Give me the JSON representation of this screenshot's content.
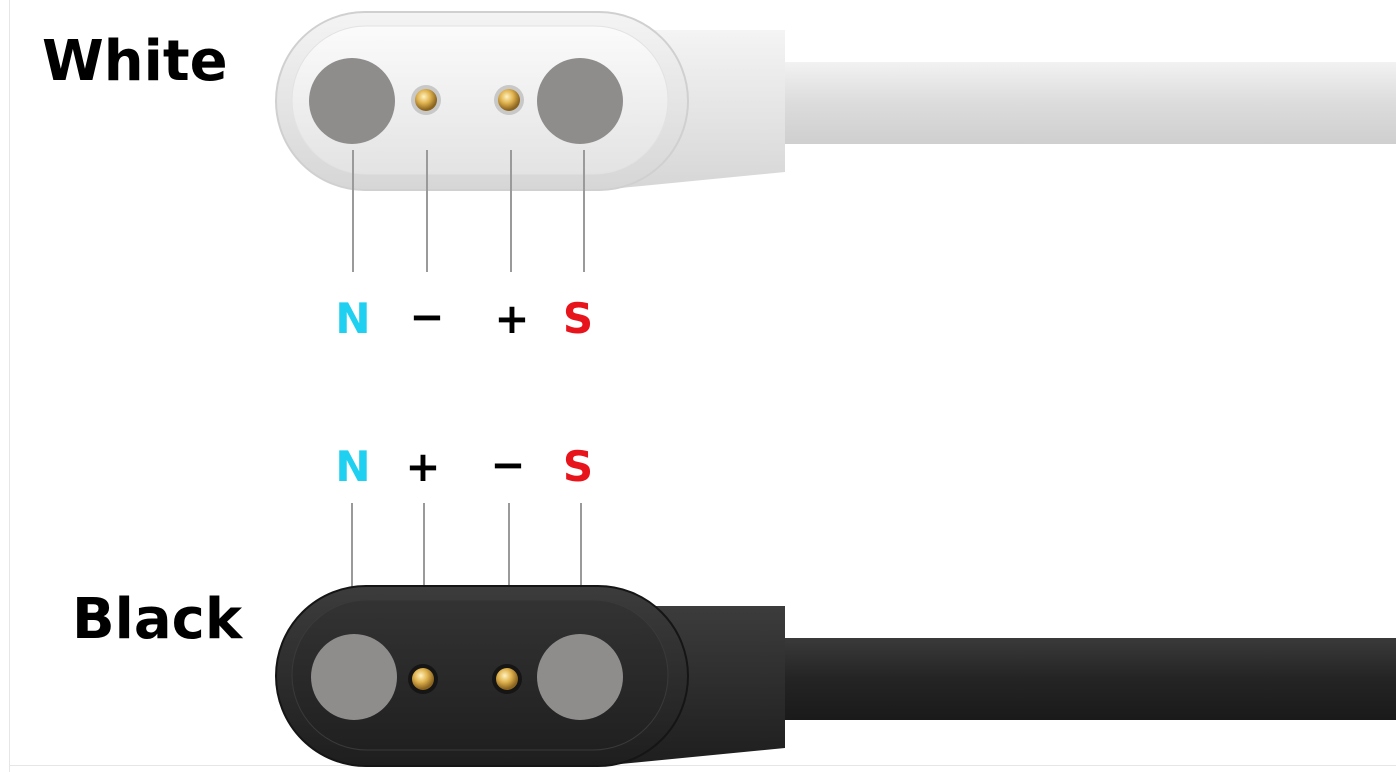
{
  "connectors": [
    {
      "name": "White",
      "pins": [
        {
          "label": "N",
          "color": "#1fd0f0"
        },
        {
          "label": "−",
          "color": "#000000"
        },
        {
          "label": "+",
          "color": "#000000"
        },
        {
          "label": "S",
          "color": "#e8141c"
        }
      ]
    },
    {
      "name": "Black",
      "pins": [
        {
          "label": "N",
          "color": "#1fd0f0"
        },
        {
          "label": "+",
          "color": "#000000"
        },
        {
          "label": "−",
          "color": "#000000"
        },
        {
          "label": "S",
          "color": "#e8141c"
        }
      ]
    }
  ],
  "colors": {
    "white_body": "#e9e9e9",
    "black_body": "#2b2b2b",
    "magnet": "#8f8c8c",
    "pogo_pin": "#d4a64a",
    "leader_line": "#9a9a9a"
  }
}
